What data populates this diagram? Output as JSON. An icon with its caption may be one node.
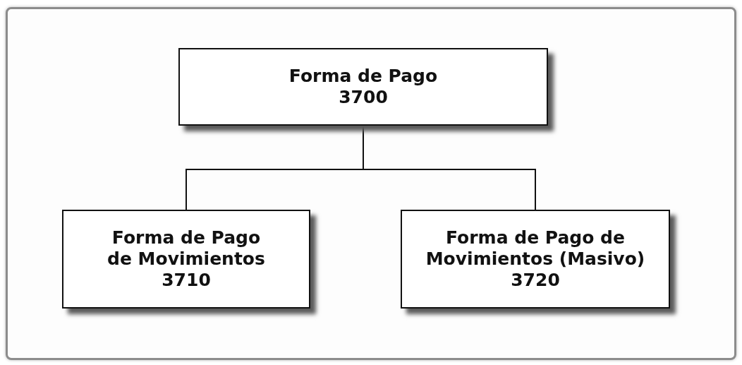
{
  "diagram": {
    "nodes": [
      {
        "text": [
          "Forma de Pago",
          "3700"
        ]
      },
      {
        "text": [
          "Forma de Pago de Movimientos",
          "3710"
        ]
      },
      {
        "text": [
          "Forma de Pago de Movimientos (Masivo)",
          "3720"
        ]
      }
    ],
    "edges": [
      {
        "from": 0,
        "to": 1,
        "arrow": "none"
      },
      {
        "from": 0,
        "to": 2,
        "arrow": "none"
      }
    ]
  }
}
